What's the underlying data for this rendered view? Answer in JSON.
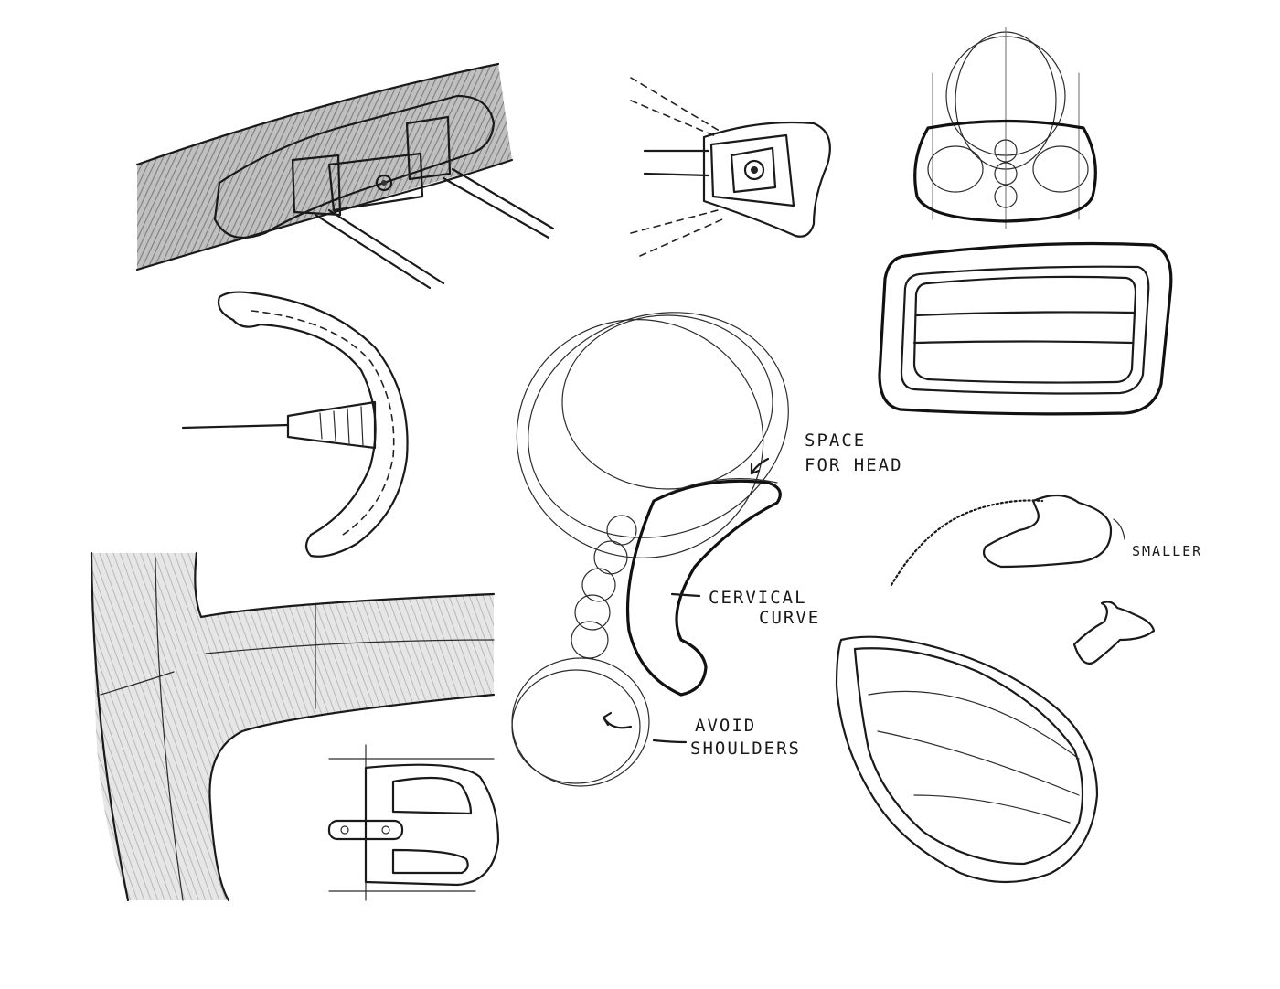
{
  "annotations": {
    "space_for_head": [
      "SPACE",
      "FOR HEAD"
    ],
    "cervical_curve": [
      "CERVICAL",
      "CURVE"
    ],
    "avoid_shoulders": [
      "AVOID",
      "SHOULDERS"
    ],
    "smaller": "SMALLER"
  },
  "colors": {
    "paper": "#ffffff",
    "ink": "#1a1a1a",
    "pencil_shade": "#8a8a8a"
  }
}
